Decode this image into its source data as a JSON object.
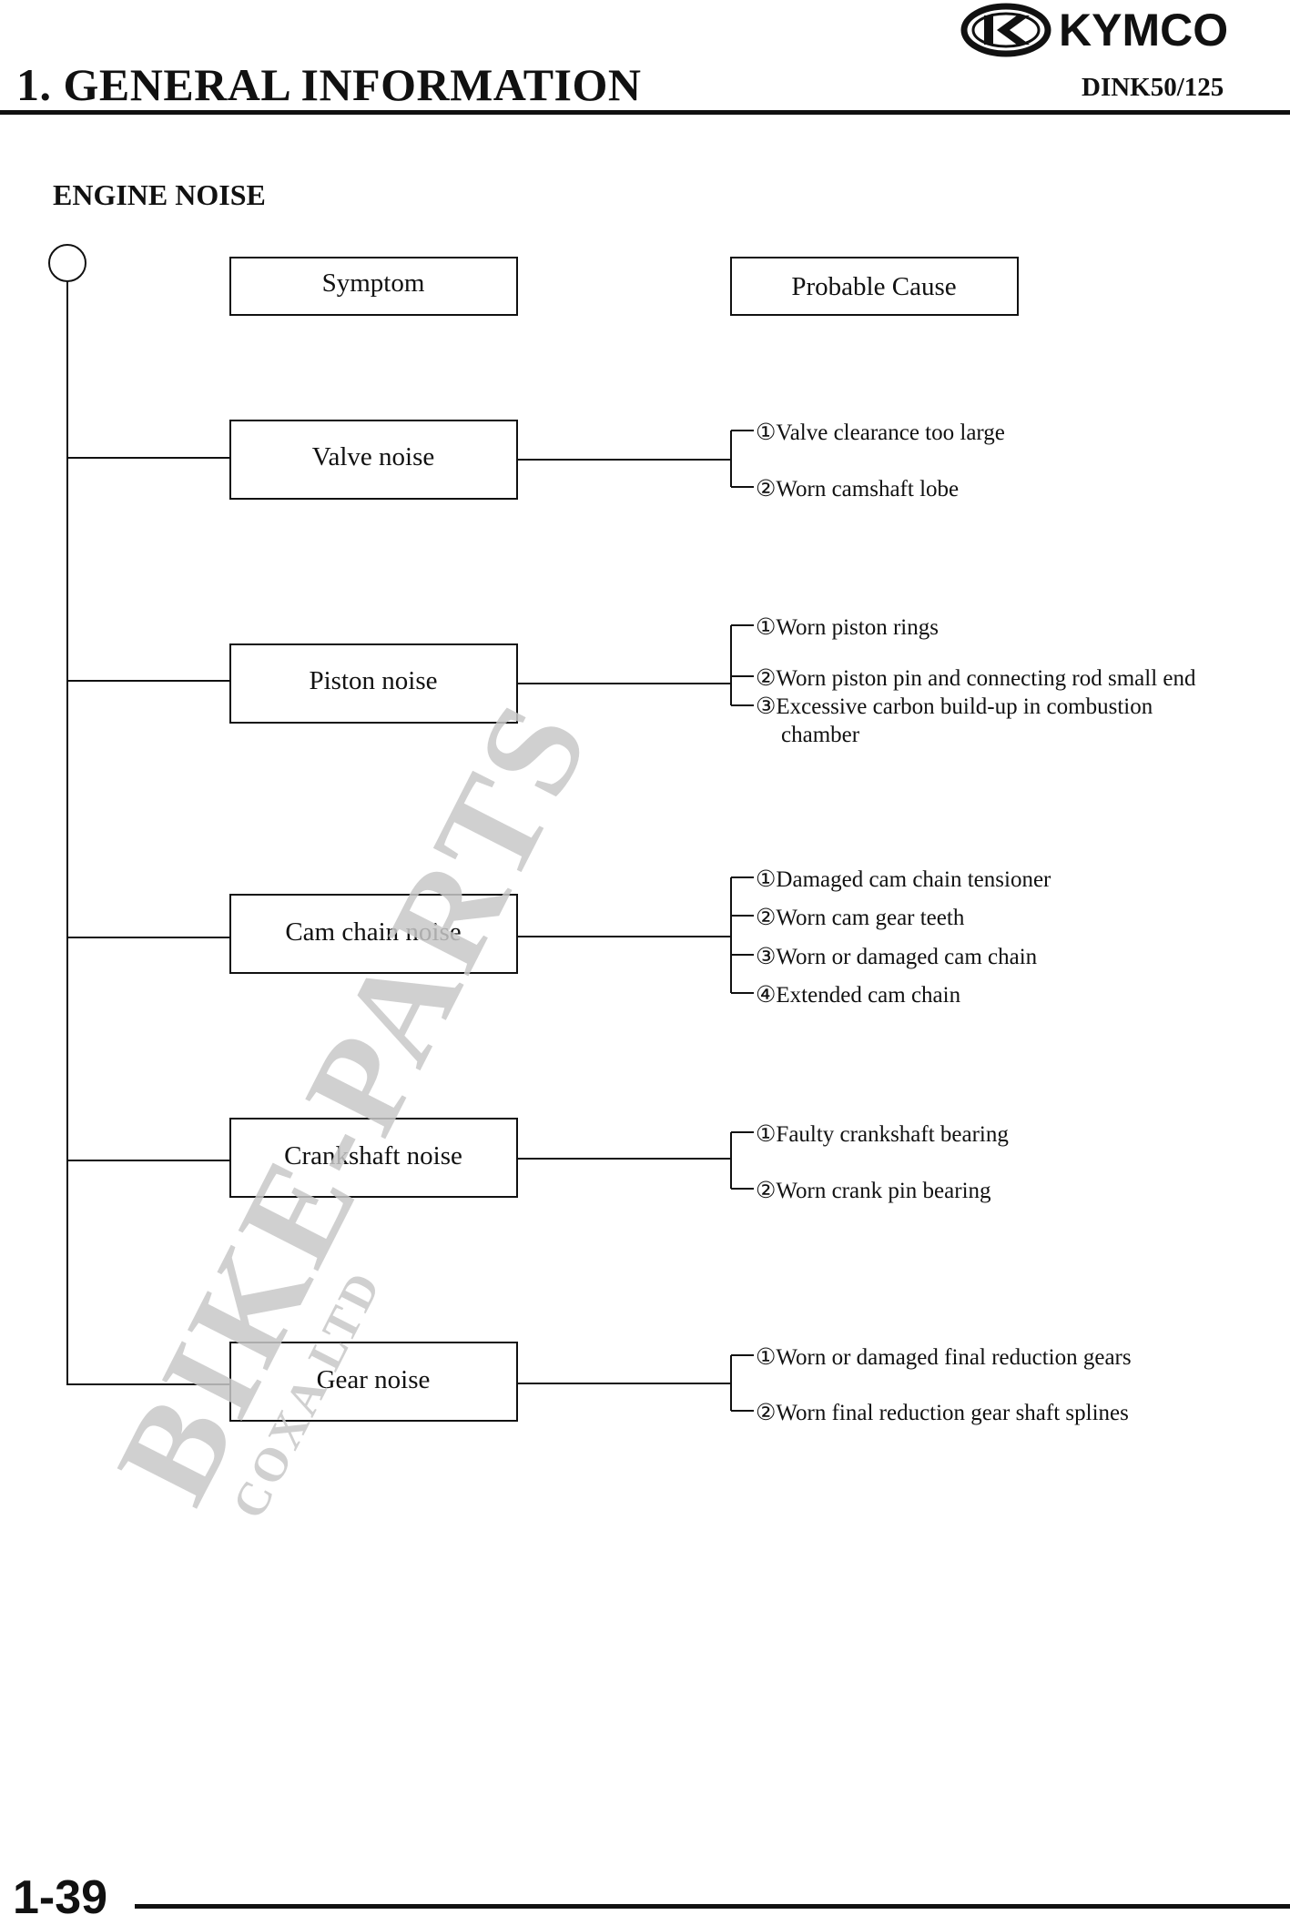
{
  "header": {
    "title": "1. GENERAL INFORMATION",
    "model": "DINK50/125",
    "logo_text": "KYMCO"
  },
  "section_title": "ENGINE NOISE",
  "columns": {
    "symptom": "Symptom",
    "cause": "Probable Cause"
  },
  "rows": [
    {
      "symptom": "Valve noise",
      "causes": [
        "①Valve clearance too large",
        "②Worn camshaft lobe"
      ]
    },
    {
      "symptom": "Piston noise",
      "causes": [
        "①Worn piston rings",
        "②Worn piston pin and connecting rod small end",
        "③Excessive carbon build-up in combustion",
        "chamber"
      ]
    },
    {
      "symptom": "Cam chain noise",
      "causes": [
        "①Damaged cam chain tensioner",
        "②Worn cam gear teeth",
        "③Worn or damaged cam chain",
        "④Extended cam chain"
      ]
    },
    {
      "symptom": "Crankshaft noise",
      "causes": [
        "①Faulty crankshaft bearing",
        "②Worn crank pin bearing"
      ]
    },
    {
      "symptom": "Gear noise",
      "causes": [
        "①Worn or damaged final reduction gears",
        "②Worn final reduction gear shaft splines"
      ]
    }
  ],
  "watermark": {
    "main": "BIKE-PARTS",
    "sub": "COXA LTD",
    "color": "#c8c8c8"
  },
  "footer": {
    "page_number": "1-39"
  }
}
